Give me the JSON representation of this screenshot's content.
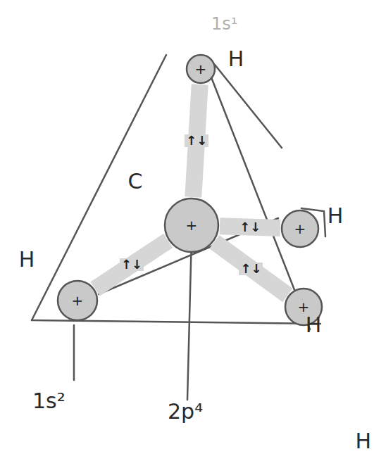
{
  "diagram": {
    "nodes": [
      {
        "text": [
          "H",
          "+"
        ]
      },
      {
        "text": [
          "C",
          "+"
        ]
      },
      {
        "text": [
          "H",
          "+"
        ]
      },
      {
        "text": [
          "H",
          "+"
        ]
      },
      {
        "text": [
          "H",
          "+"
        ]
      }
    ],
    "edges": [
      {
        "from": 1,
        "to": 0,
        "arrow": "none",
        "label": "↑↓"
      },
      {
        "from": 1,
        "to": 2,
        "arrow": "none",
        "label": "↑↓"
      },
      {
        "from": 1,
        "to": 3,
        "arrow": "none",
        "label": "↑↓"
      },
      {
        "from": 1,
        "to": 4,
        "arrow": "none",
        "label": "↑↓"
      }
    ],
    "labels": [
      "1s¹",
      "1s²",
      "2p⁴",
      "H"
    ]
  }
}
